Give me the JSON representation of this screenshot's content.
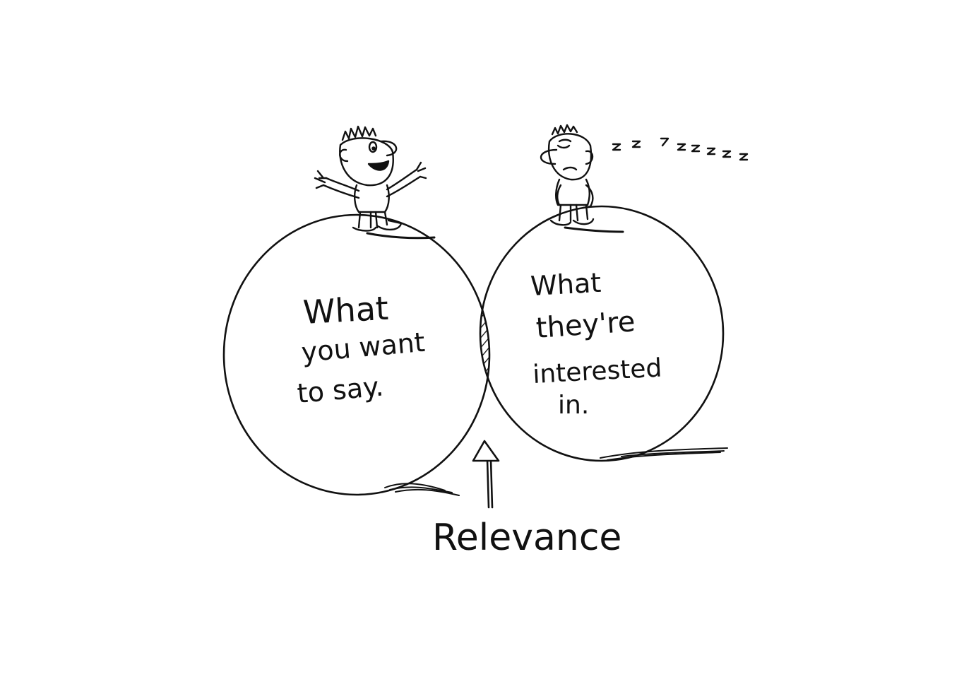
{
  "diagram": {
    "type": "venn",
    "ink_color": "#111111",
    "background": "#ffffff",
    "left_set": {
      "lines": [
        "What",
        "you want",
        "to say."
      ]
    },
    "right_set": {
      "lines": [
        "What",
        "they're",
        "interested",
        "in."
      ]
    },
    "intersection": {
      "label": "Relevance",
      "fill": "hatched"
    },
    "characters": {
      "left": {
        "mood": "talking, arms raised",
        "icon": "talking-man-icon"
      },
      "right": {
        "mood": "sleeping",
        "icon": "sleeping-man-icon",
        "snore": "z z z z z z z z"
      }
    }
  }
}
